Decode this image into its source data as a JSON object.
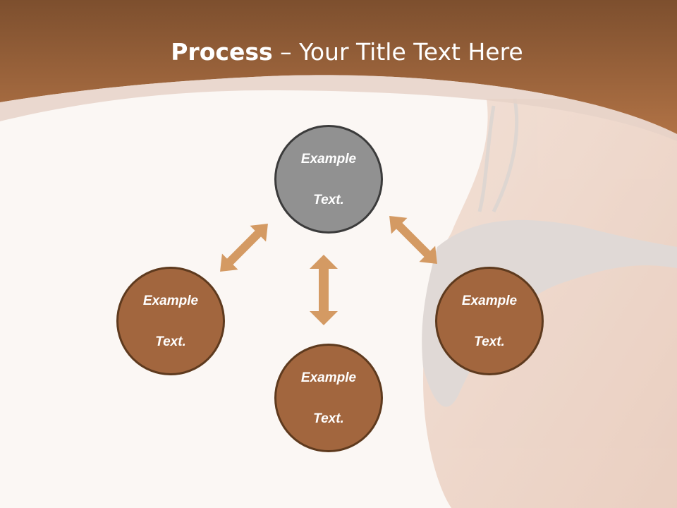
{
  "slide": {
    "title_bold": "Process",
    "title_rest": " – Your Title Text Here"
  },
  "diagram": {
    "nodes": [
      {
        "id": "top",
        "text": "Example\nText.",
        "line1": "Example",
        "line2": "Text."
      },
      {
        "id": "left",
        "text": "Example\nText.",
        "line1": "Example",
        "line2": "Text."
      },
      {
        "id": "right",
        "text": "Example\nText.",
        "line1": "Example",
        "line2": "Text."
      },
      {
        "id": "bottom",
        "text": "Example\nText.",
        "line1": "Example",
        "line2": "Text."
      }
    ]
  },
  "colors": {
    "header": "#a56a3f",
    "node_fill": "#a2663e",
    "center_fill": "#919191",
    "arrow": "#d49a63",
    "background": "#fbf7f4"
  }
}
